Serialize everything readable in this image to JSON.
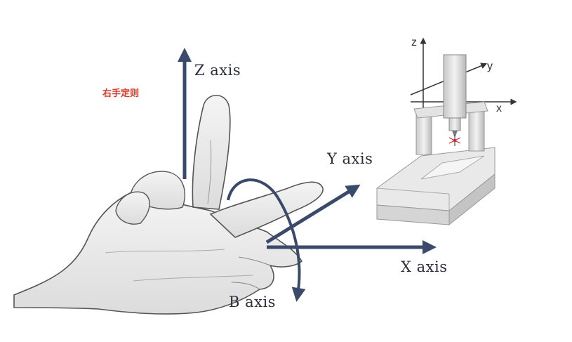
{
  "diagram": {
    "rule_label": "右手定则",
    "axes": {
      "z": "Z axis",
      "y": "Y axis",
      "x": "X axis",
      "b": "B axis"
    },
    "arrow_color": "#3a4a6b"
  },
  "machine": {
    "axis_labels": {
      "z": "z",
      "y": "y",
      "x": "x"
    }
  }
}
